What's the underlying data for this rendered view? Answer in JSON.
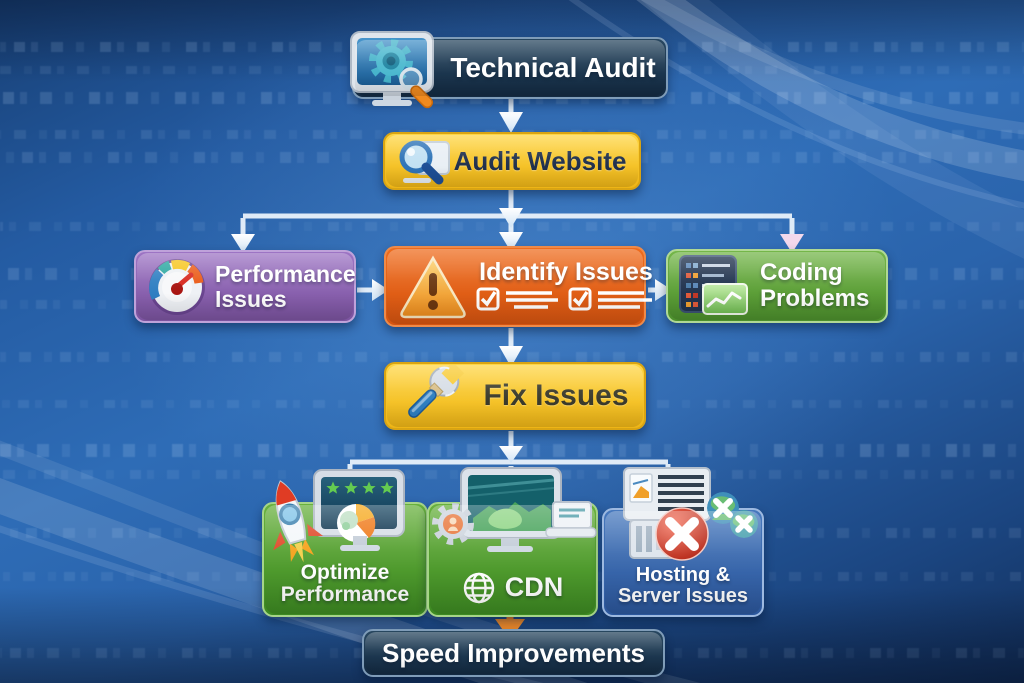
{
  "diagram": {
    "title": "Technical Audit flowchart",
    "nodes": {
      "technical_audit": {
        "label": "Technical Audit",
        "icon": "monitor-gear-search-icon",
        "color": "#1c3553"
      },
      "audit_website": {
        "label": "Audit Website",
        "icon": "magnifier-icon",
        "color": "#f6c32a"
      },
      "performance_issues": {
        "label": "Performance Issues",
        "icon": "speedometer-icon",
        "color": "#8a63b5"
      },
      "identify_issues": {
        "label": "Identify Issues",
        "icon": "warning-triangle-icon",
        "color": "#e2611d"
      },
      "coding_problems": {
        "label": "Coding Problems",
        "icon": "code-window-icon",
        "color": "#5ca839"
      },
      "fix_issues": {
        "label": "Fix Issues",
        "icon": "wrench-icon",
        "color": "#f6c32a"
      },
      "optimize_performance": {
        "label": "Optimize Performance",
        "icon": "rocket-monitor-icon",
        "color": "#55a336"
      },
      "cdn": {
        "label": "CDN",
        "icon": "globe-icon",
        "color": "#55a336"
      },
      "hosting_server_issues": {
        "label": "Hosting & Server Issues",
        "icon": "server-error-icon",
        "color": "#3565ab"
      },
      "speed_improvements": {
        "label": "Speed Improvements",
        "color": "#16314e"
      }
    },
    "edges": [
      {
        "from": "technical_audit",
        "to": "audit_website"
      },
      {
        "from": "audit_website",
        "to": "performance_issues"
      },
      {
        "from": "audit_website",
        "to": "identify_issues"
      },
      {
        "from": "audit_website",
        "to": "coding_problems"
      },
      {
        "from": "performance_issues",
        "to": "identify_issues"
      },
      {
        "from": "identify_issues",
        "to": "coding_problems"
      },
      {
        "from": "identify_issues",
        "to": "fix_issues"
      },
      {
        "from": "fix_issues",
        "to": "optimize_performance"
      },
      {
        "from": "fix_issues",
        "to": "cdn"
      },
      {
        "from": "fix_issues",
        "to": "hosting_server_issues"
      },
      {
        "from": "cdn",
        "to": "speed_improvements"
      }
    ],
    "colors": {
      "canvas_blue": "#2b66b0",
      "arrow_light": "#e9f2fb",
      "arrow_pink": "#f2d9ec",
      "arrow_orange": "#ef7d1f"
    }
  }
}
